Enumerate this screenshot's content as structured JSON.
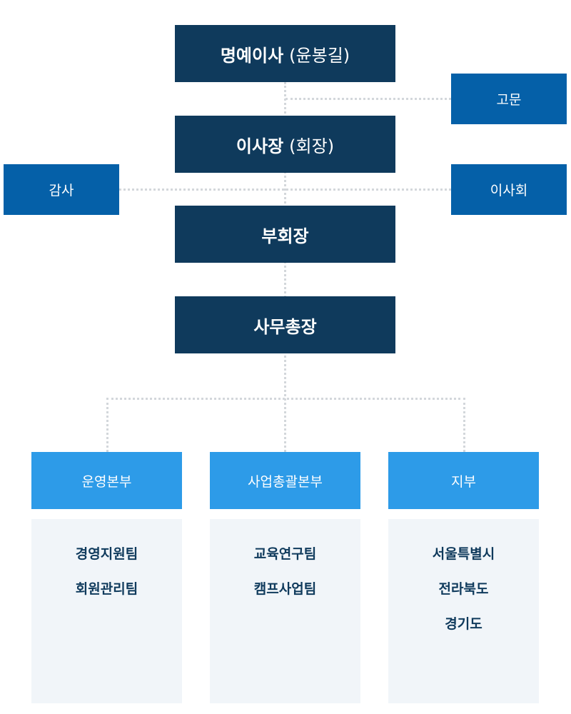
{
  "nodes": {
    "honorary_chairman": {
      "title": "명예이사",
      "name": "(윤봉길)"
    },
    "advisor": "고문",
    "president": {
      "title": "이사장",
      "name": "(회장)"
    },
    "audit": "감사",
    "board": "이사회",
    "vice_chairman": "부회장",
    "secretary_general": "사무총장"
  },
  "divisions": [
    {
      "label": "운영본부",
      "teams": [
        "경영지원팀",
        "회원관리팀"
      ]
    },
    {
      "label": "사업총괄본부",
      "teams": [
        "교육연구팀",
        "캠프사업팀"
      ]
    },
    {
      "label": "지부",
      "teams": [
        "서울특별시",
        "전라북도",
        "경기도"
      ]
    }
  ],
  "colors": {
    "dark_box": "#0f3a5c",
    "mid_box": "#0560a8",
    "light_box": "#2d9be8",
    "team_panel": "#f1f5f9",
    "connector": "#d3d7db"
  }
}
